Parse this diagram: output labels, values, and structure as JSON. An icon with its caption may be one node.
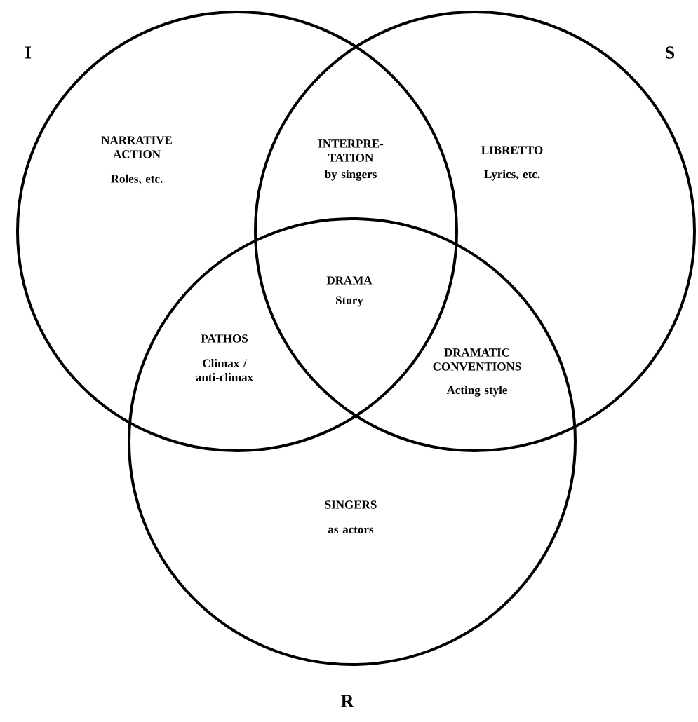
{
  "diagram": {
    "nodes": [
      {
        "text": [
          "NARRATIVE ACTION",
          "Roles, etc."
        ],
        "beside": [
          "I"
        ]
      },
      {
        "text": [
          "LIBRETTO",
          "Lyrics, etc."
        ],
        "beside": [
          "S"
        ]
      },
      {
        "text": [
          "SINGERS",
          "as actors"
        ],
        "beside": [
          "R"
        ]
      }
    ],
    "labels": [
      "INTERPRE-TATION",
      "by singers",
      "DRAMA",
      "Story",
      "PATHOS",
      "Climax / anti-climax",
      "DRAMATIC CONVENTIONS",
      "Acting style"
    ]
  }
}
